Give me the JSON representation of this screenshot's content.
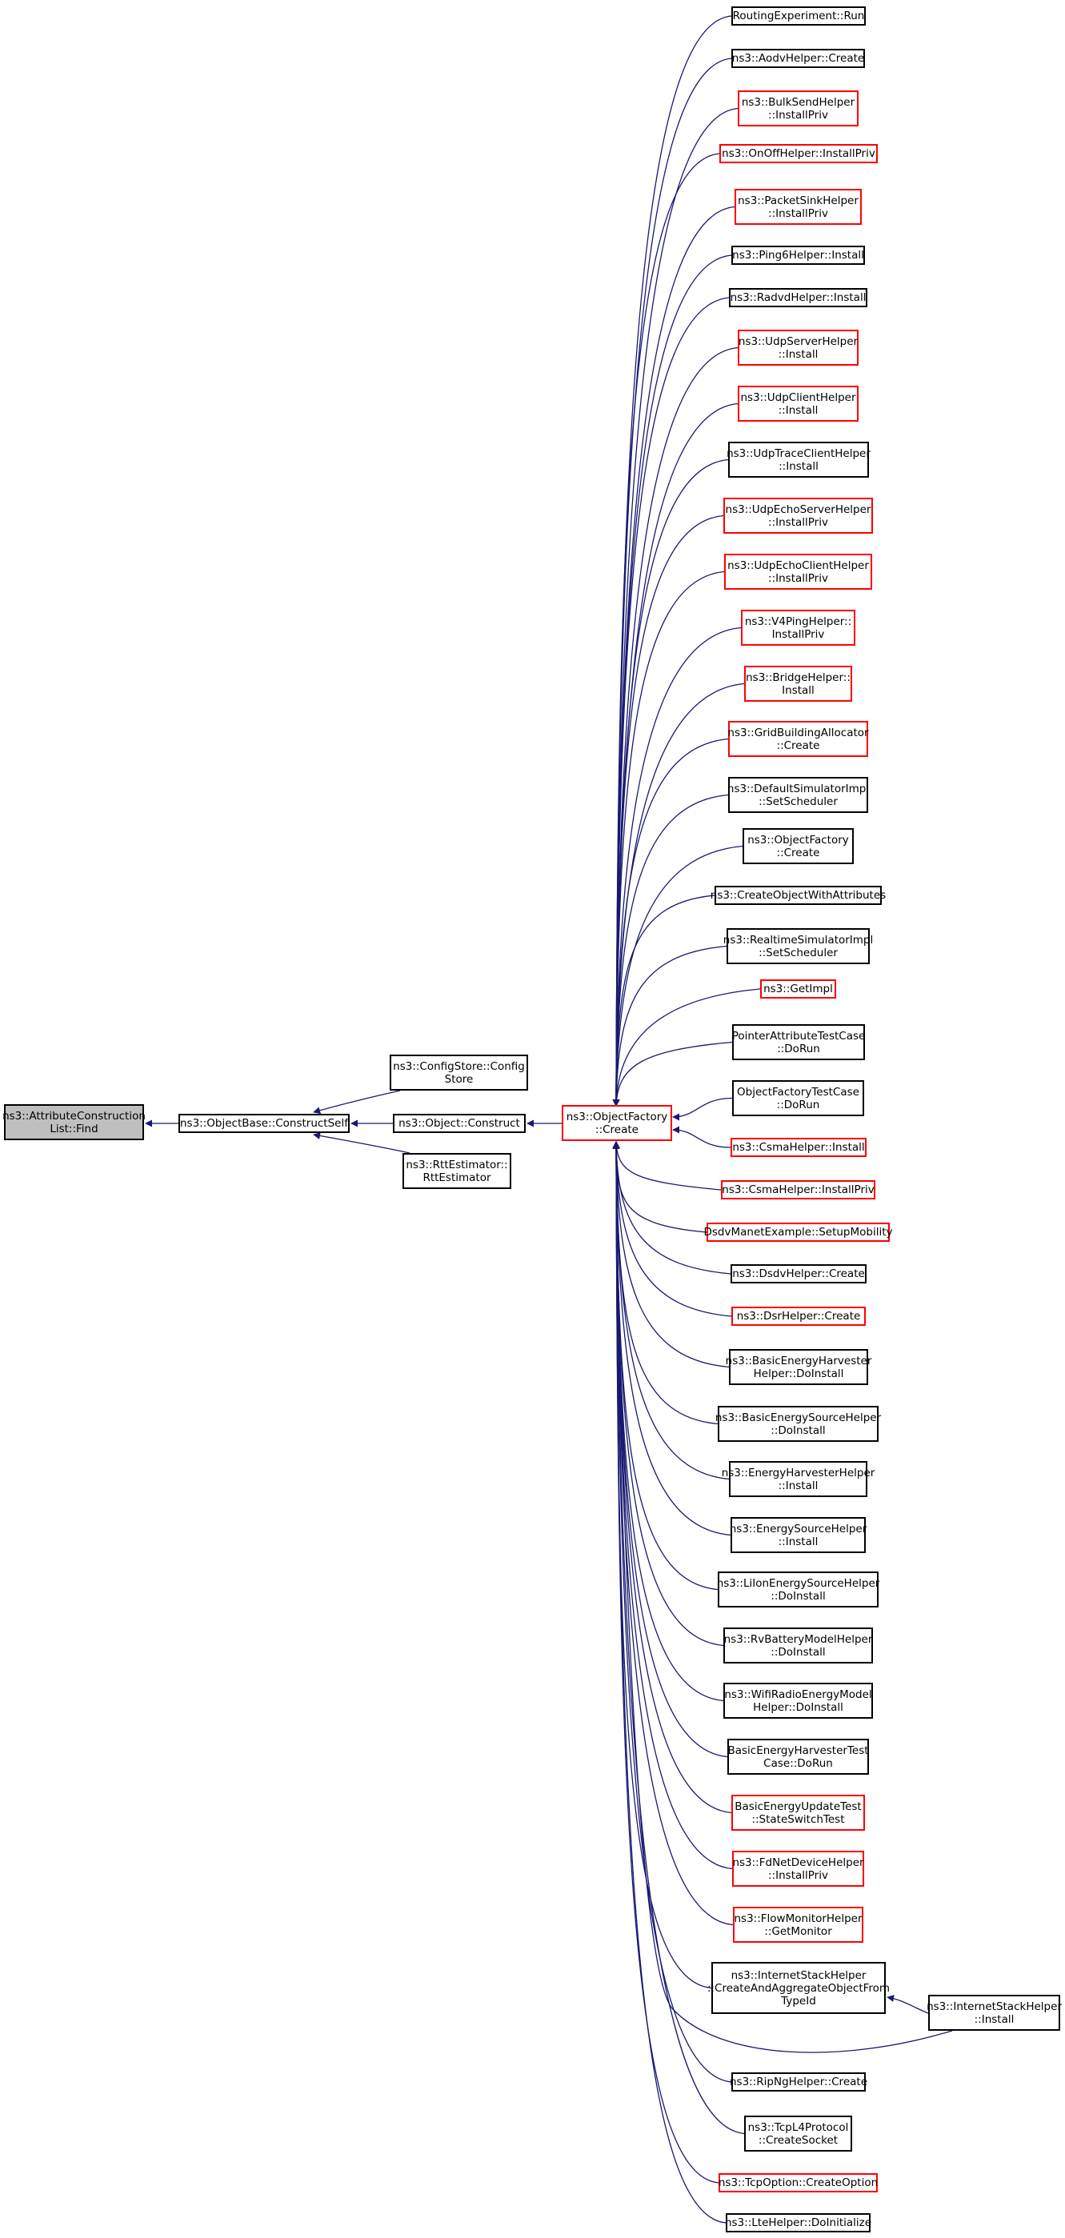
{
  "colors": {
    "edge": "#191970",
    "root_fill": "#bfbfbf",
    "box_border": "#000000",
    "box_border_incomplete": "#ff0000"
  },
  "nodes": {
    "find": {
      "label": "ns3::AttributeConstruction\nList::Find",
      "border": "black",
      "root": true
    },
    "constructself": {
      "label": "ns3::ObjectBase::ConstructSelf",
      "border": "black"
    },
    "configstore": {
      "label": "ns3::ConfigStore::Config\nStore",
      "border": "black"
    },
    "construct": {
      "label": "ns3::Object::Construct",
      "border": "black"
    },
    "rtt": {
      "label": "ns3::RttEstimator::\nRttEstimator",
      "border": "black"
    },
    "factory": {
      "label": "ns3::ObjectFactory\n::Create",
      "border": "red"
    },
    "ish_install": {
      "label": "ns3::InternetStackHelper\n::Install",
      "border": "black"
    }
  },
  "callers": [
    {
      "label": "RoutingExperiment::Run",
      "border": "black"
    },
    {
      "label": "ns3::AodvHelper::Create",
      "border": "black"
    },
    {
      "label": "ns3::BulkSendHelper\n::InstallPriv",
      "border": "red"
    },
    {
      "label": "ns3::OnOffHelper::InstallPriv",
      "border": "red"
    },
    {
      "label": "ns3::PacketSinkHelper\n::InstallPriv",
      "border": "red"
    },
    {
      "label": "ns3::Ping6Helper::Install",
      "border": "black"
    },
    {
      "label": "ns3::RadvdHelper::Install",
      "border": "black"
    },
    {
      "label": "ns3::UdpServerHelper\n::Install",
      "border": "red"
    },
    {
      "label": "ns3::UdpClientHelper\n::Install",
      "border": "red"
    },
    {
      "label": "ns3::UdpTraceClientHelper\n::Install",
      "border": "black"
    },
    {
      "label": "ns3::UdpEchoServerHelper\n::InstallPriv",
      "border": "red"
    },
    {
      "label": "ns3::UdpEchoClientHelper\n::InstallPriv",
      "border": "red"
    },
    {
      "label": "ns3::V4PingHelper::\nInstallPriv",
      "border": "red"
    },
    {
      "label": "ns3::BridgeHelper::\nInstall",
      "border": "red"
    },
    {
      "label": "ns3::GridBuildingAllocator\n::Create",
      "border": "red"
    },
    {
      "label": "ns3::DefaultSimulatorImpl\n::SetScheduler",
      "border": "black"
    },
    {
      "label": "ns3::ObjectFactory\n::Create",
      "border": "black"
    },
    {
      "label": "ns3::CreateObjectWithAttributes",
      "border": "black"
    },
    {
      "label": "ns3::RealtimeSimulatorImpl\n::SetScheduler",
      "border": "black"
    },
    {
      "label": "ns3::GetImpl",
      "border": "red"
    },
    {
      "label": "PointerAttributeTestCase\n::DoRun",
      "border": "black"
    },
    {
      "label": "ObjectFactoryTestCase\n::DoRun",
      "border": "black"
    },
    {
      "label": "ns3::CsmaHelper::Install",
      "border": "red"
    },
    {
      "label": "ns3::CsmaHelper::InstallPriv",
      "border": "red"
    },
    {
      "label": "DsdvManetExample::SetupMobility",
      "border": "red"
    },
    {
      "label": "ns3::DsdvHelper::Create",
      "border": "black"
    },
    {
      "label": "ns3::DsrHelper::Create",
      "border": "red"
    },
    {
      "label": "ns3::BasicEnergyHarvester\nHelper::DoInstall",
      "border": "black"
    },
    {
      "label": "ns3::BasicEnergySourceHelper\n::DoInstall",
      "border": "black"
    },
    {
      "label": "ns3::EnergyHarvesterHelper\n::Install",
      "border": "black"
    },
    {
      "label": "ns3::EnergySourceHelper\n::Install",
      "border": "black"
    },
    {
      "label": "ns3::LiIonEnergySourceHelper\n::DoInstall",
      "border": "black"
    },
    {
      "label": "ns3::RvBatteryModelHelper\n::DoInstall",
      "border": "black"
    },
    {
      "label": "ns3::WifiRadioEnergyModel\nHelper::DoInstall",
      "border": "black"
    },
    {
      "label": "BasicEnergyHarvesterTest\nCase::DoRun",
      "border": "black"
    },
    {
      "label": "BasicEnergyUpdateTest\n::StateSwitchTest",
      "border": "red"
    },
    {
      "label": "ns3::FdNetDeviceHelper\n::InstallPriv",
      "border": "red"
    },
    {
      "label": "ns3::FlowMonitorHelper\n::GetMonitor",
      "border": "red"
    },
    {
      "label": "ns3::InternetStackHelper\n::CreateAndAggregateObjectFrom\nTypeId",
      "border": "black"
    },
    {
      "label": "ns3::RipNgHelper::Create",
      "border": "black"
    },
    {
      "label": "ns3::TcpL4Protocol\n::CreateSocket",
      "border": "black"
    },
    {
      "label": "ns3::TcpOption::CreateOption",
      "border": "red"
    },
    {
      "label": "ns3::LteHelper::DoInitialize",
      "border": "black"
    }
  ]
}
